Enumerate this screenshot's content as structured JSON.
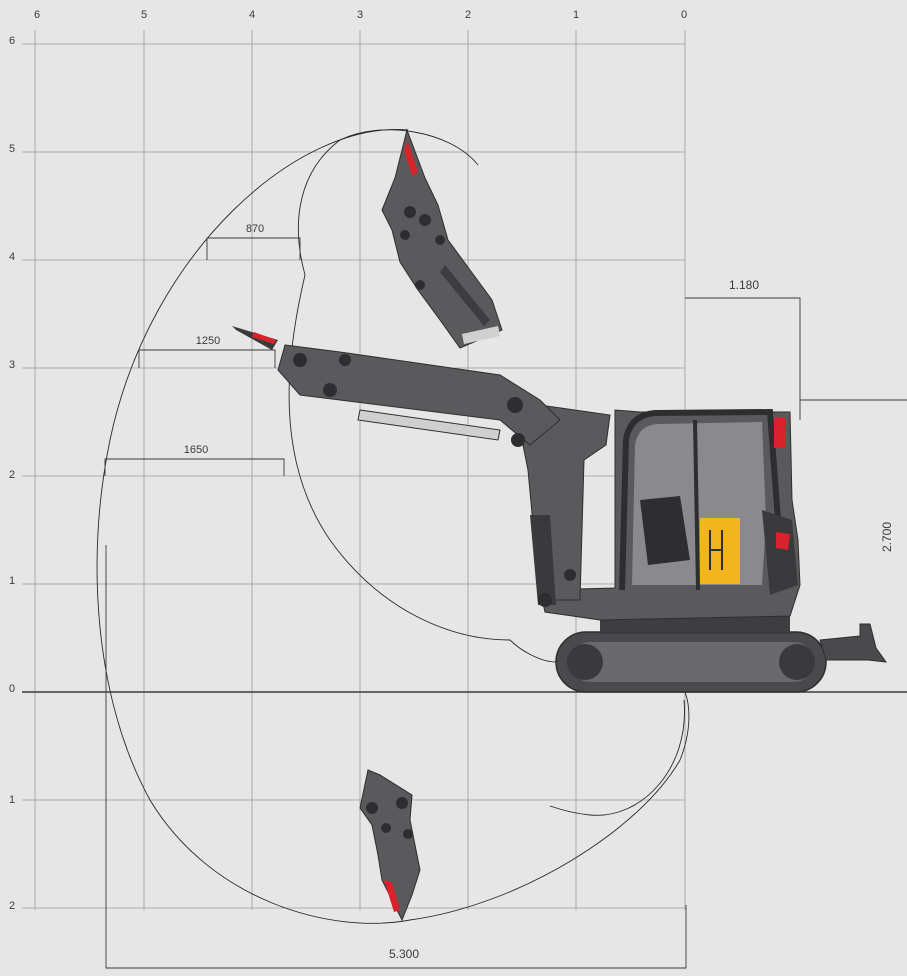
{
  "colors": {
    "background": "#e6e6e7",
    "grid": "#9a9a9a",
    "ground": "#3a3a3a",
    "machine_body": "#5a5a5c",
    "machine_dark": "#2e2e30",
    "accent_red": "#d8232a",
    "accent_yellow": "#f2b51c",
    "text": "#3a3a3a"
  },
  "grid": {
    "x_ticks": [
      "6",
      "5",
      "4",
      "3",
      "2",
      "1",
      "0"
    ],
    "y_ticks_above": [
      "6",
      "5",
      "4",
      "3",
      "2",
      "1"
    ],
    "y_tick_ground": "0",
    "y_ticks_below": [
      "1",
      "2"
    ]
  },
  "dimensions": {
    "tail_swing": "1.180",
    "height": "2.700",
    "reach_870": "870",
    "reach_1250": "1250",
    "reach_1650": "1650",
    "max_reach": "5.300"
  }
}
